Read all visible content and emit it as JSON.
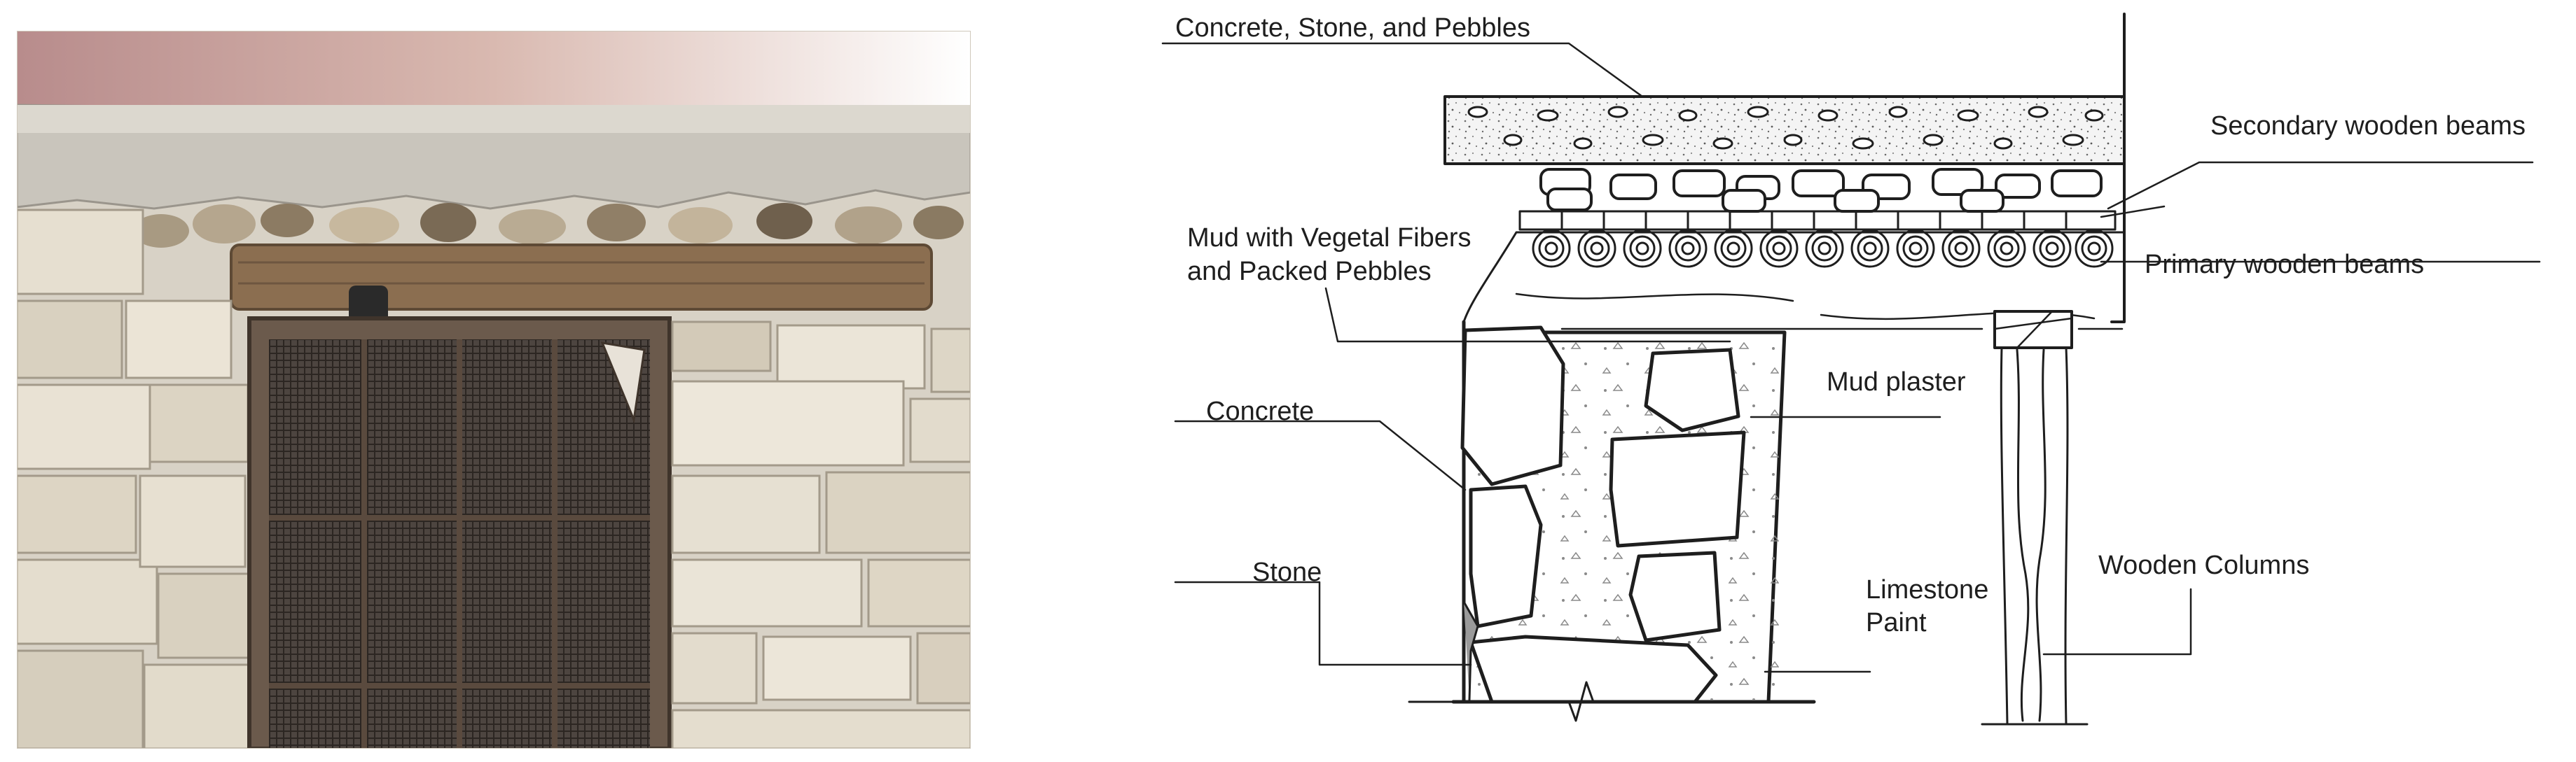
{
  "figure": {
    "photo": {
      "subject": "stone wall with wooden door under concrete roof"
    },
    "drawing": {
      "line_color": "#1e1e1e",
      "labels": {
        "roof_top": "Concrete, Stone, and Pebbles",
        "secondary_beams": "Secondary wooden beams",
        "mud_fibers_line1": "Mud with Vegetal Fibers",
        "mud_fibers_line2": "and Packed Pebbles",
        "primary_beams": "Primary wooden beams",
        "concrete": "Concrete",
        "mud_plaster": "Mud plaster",
        "stone": "Stone",
        "limestone_line1": "Limestone",
        "limestone_line2": "Paint",
        "wooden_columns": "Wooden Columns"
      }
    }
  }
}
